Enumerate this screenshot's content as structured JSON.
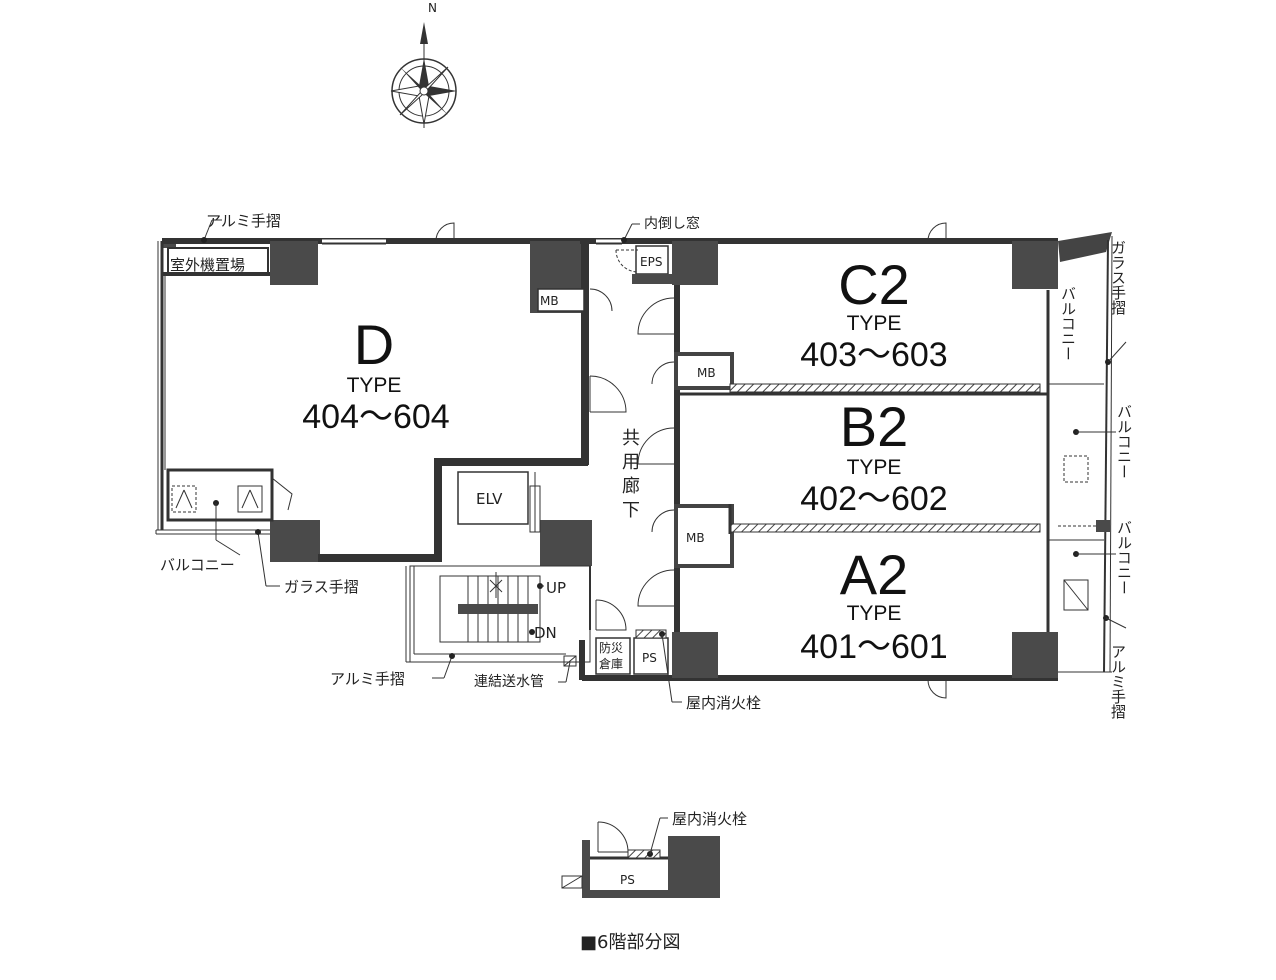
{
  "compass": {
    "north": "N"
  },
  "units": {
    "d": {
      "letter": "D",
      "type": "TYPE",
      "range": "404～604"
    },
    "c2": {
      "letter": "C2",
      "type": "TYPE",
      "range": "403～603"
    },
    "b2": {
      "letter": "B2",
      "type": "TYPE",
      "range": "402～602"
    },
    "a2": {
      "letter": "A2",
      "type": "TYPE",
      "range": "401～601"
    }
  },
  "rooms": {
    "mb": "MB",
    "eps": "EPS",
    "elv": "ELV",
    "ps": "PS",
    "up": "UP",
    "dn": "DN",
    "bousai_1": "防災",
    "bousai_2": "倉庫",
    "outdoor_unit": "室外機置場",
    "corridor": [
      "共",
      "用",
      "廊",
      "下"
    ]
  },
  "labels": {
    "alumi_handrail": "アルミ手摺",
    "glass_handrail": "ガラス手摺",
    "balcony": "バルコニー",
    "inner_window": "内倒し窓",
    "hydrant": "屋内消火栓",
    "connected_pipe": "連結送水管",
    "floor6_title": "■6階部分図"
  }
}
